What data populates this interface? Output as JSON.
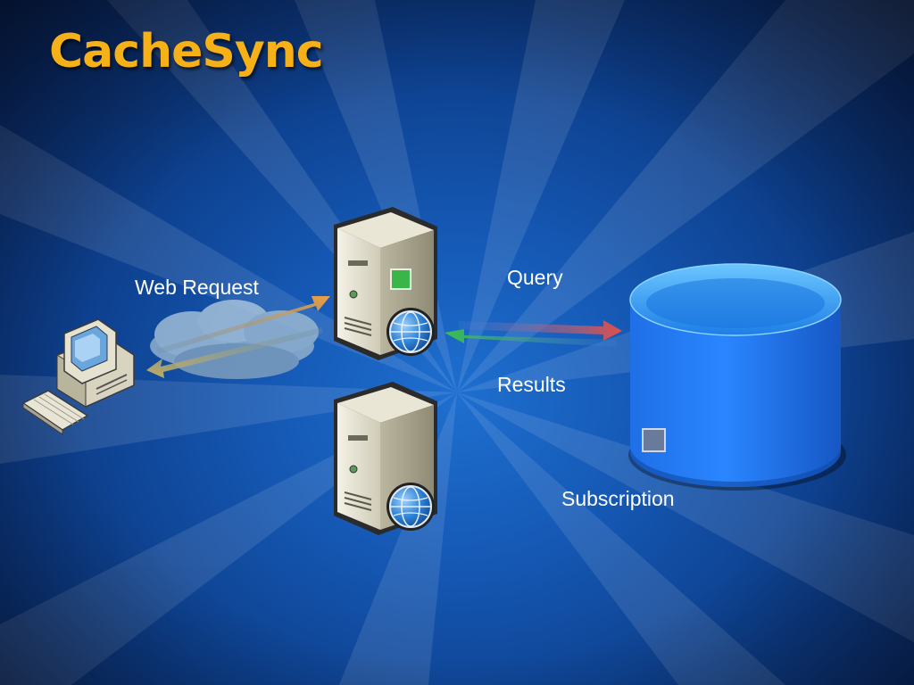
{
  "slide": {
    "title": "CacheSync",
    "colors": {
      "title": "#f6b018",
      "database": "#1a70e0",
      "background": "#0d3f8c"
    }
  },
  "labels": {
    "web_request": "Web Request",
    "query": "Query",
    "results": "Results",
    "subscription": "Subscription"
  },
  "icons": [
    "desktop-computer-icon",
    "keyboard-icon",
    "cloud-icon",
    "server-icon",
    "globe-icon",
    "database-icon"
  ]
}
